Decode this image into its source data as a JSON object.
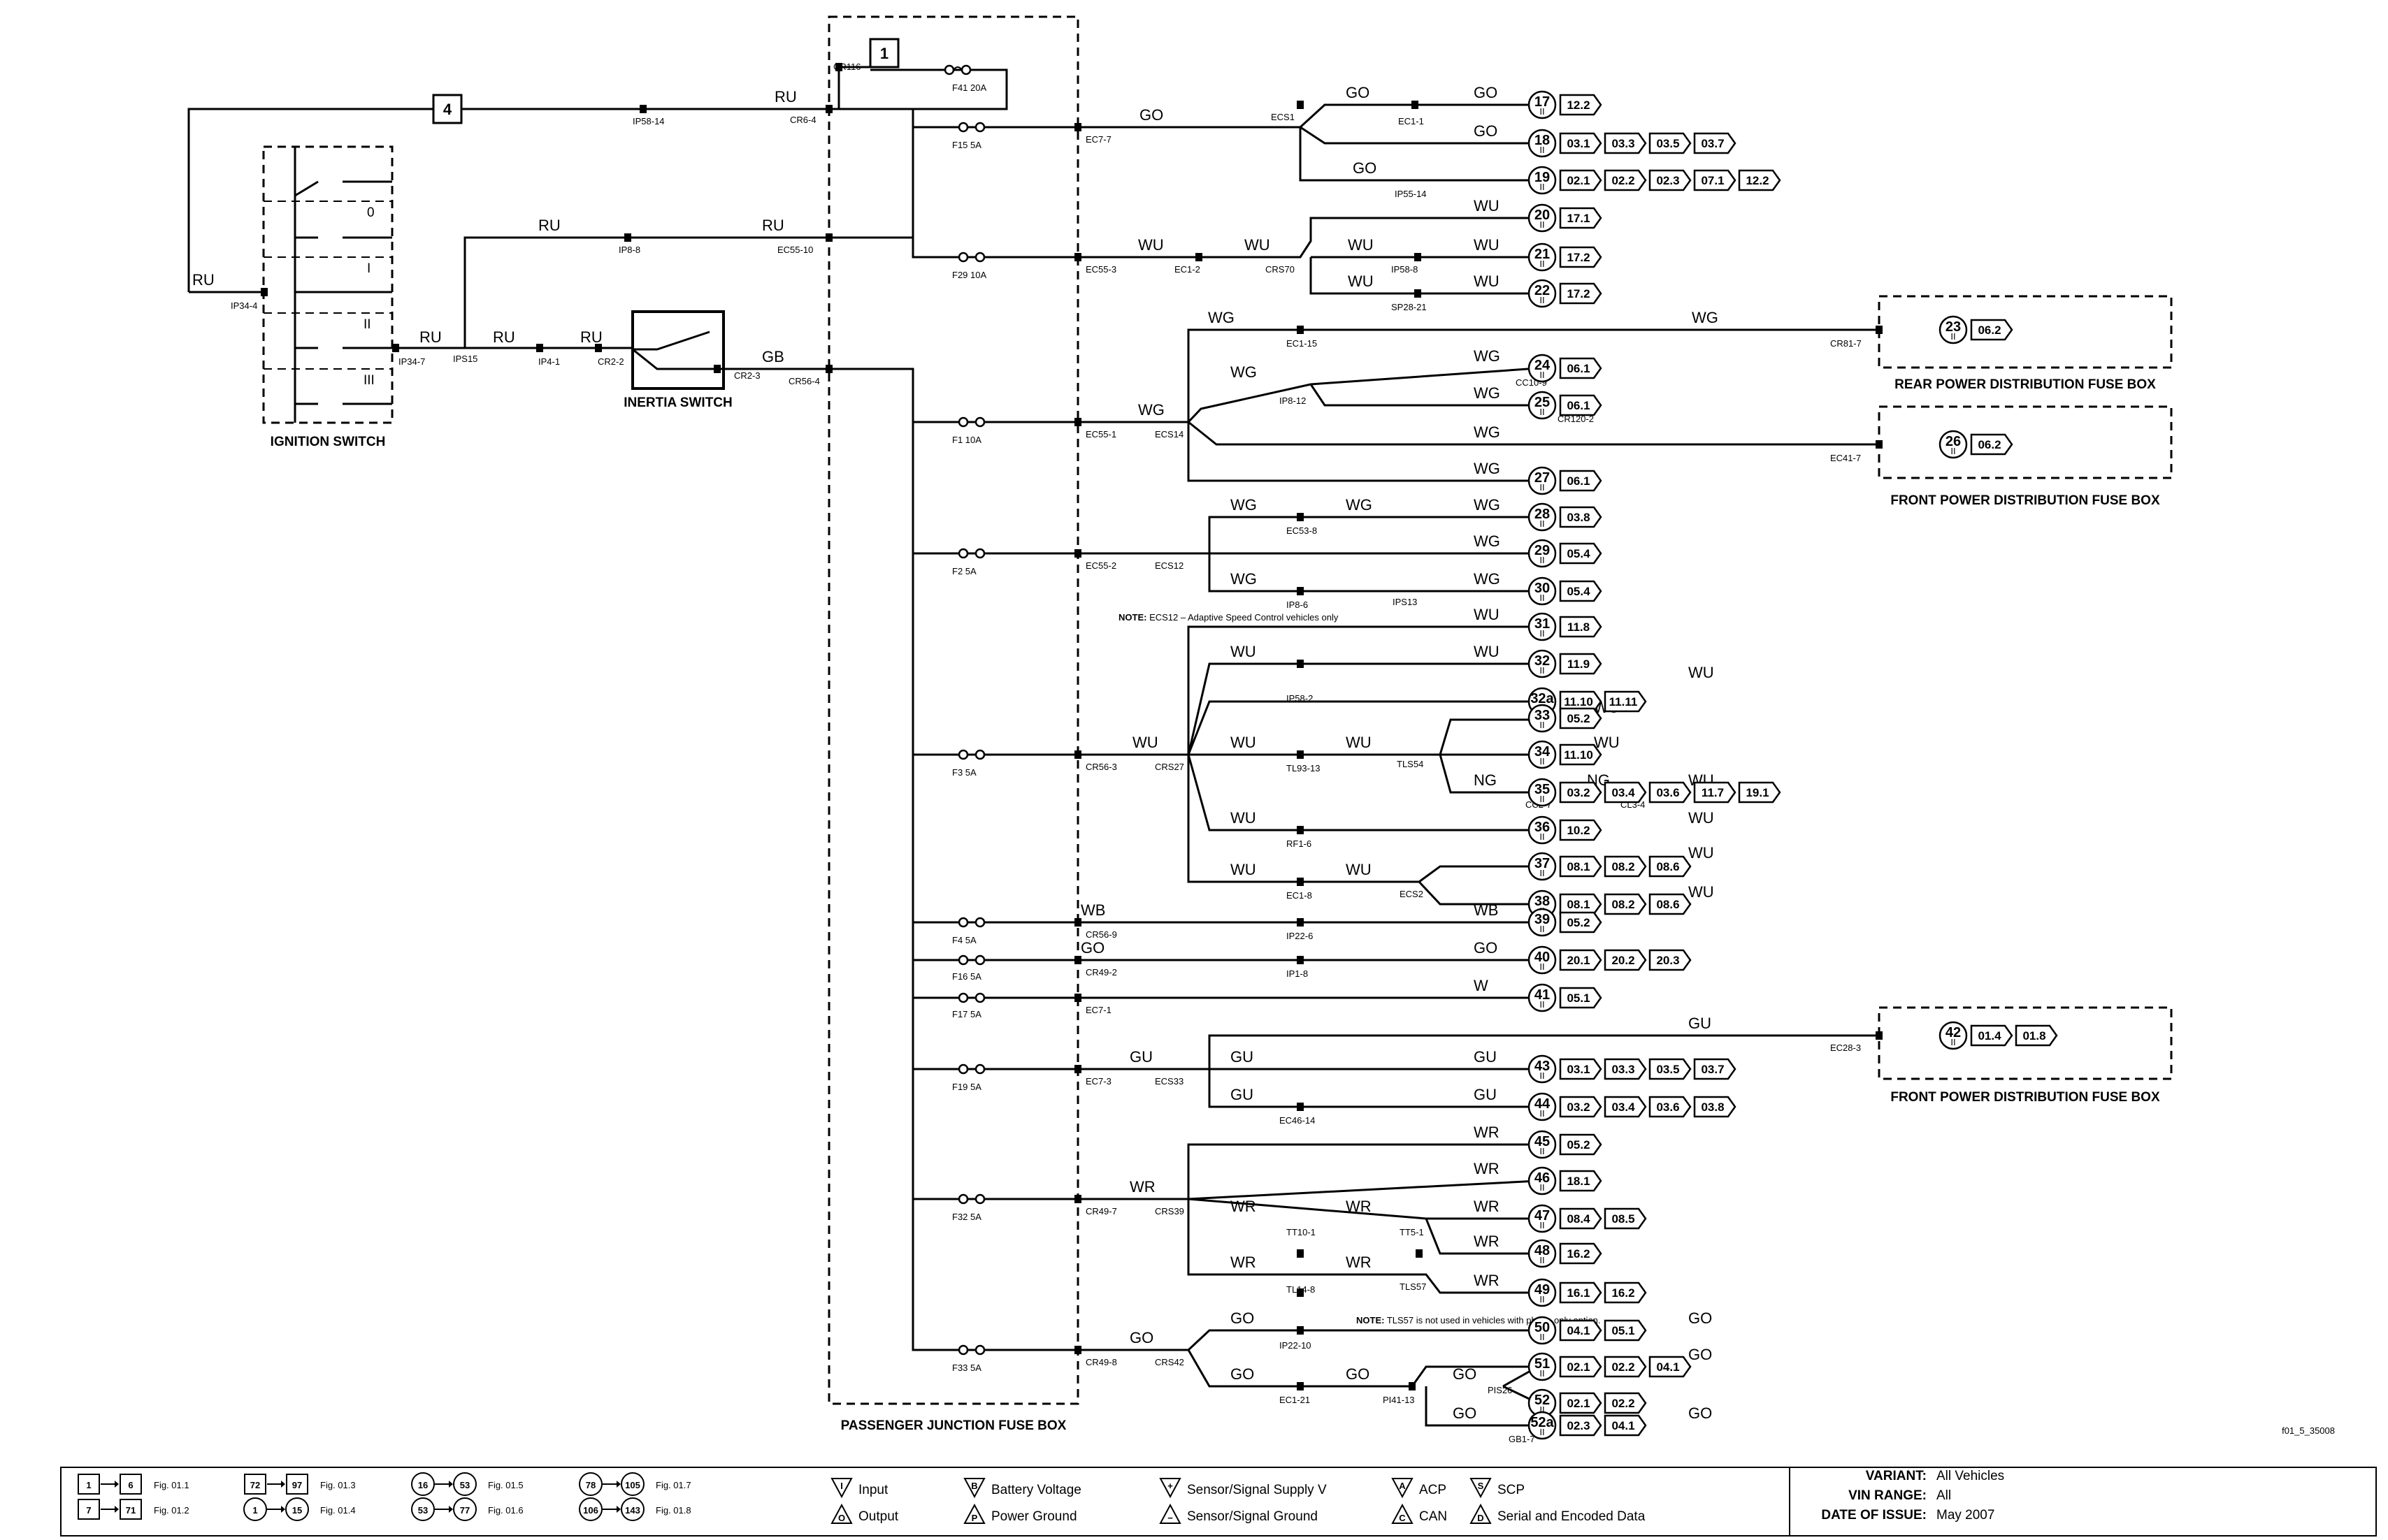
{
  "ignition_switch": {
    "label": "IGNITION SWITCH",
    "positions": [
      "0",
      "I",
      "II",
      "III"
    ]
  },
  "inertia_switch": {
    "label": "INERTIA SWITCH"
  },
  "junction_box": {
    "label": "PASSENGER JUNCTION FUSE BOX"
  },
  "rear_box": {
    "label": "REAR POWER DISTRIBUTION FUSE BOX"
  },
  "front_box_1": {
    "label": "FRONT POWER DISTRIBUTION FUSE BOX"
  },
  "front_box_2": {
    "label": "FRONT POWER DISTRIBUTION FUSE BOX"
  },
  "note_ecs12": {
    "prefix": "NOTE:",
    "text": " ECS12 – Adaptive Speed Control vehicles only"
  },
  "note_tls57": {
    "prefix": "NOTE:",
    "text": " TLS57 is not used in vehicles with phone only option."
  },
  "figure_id": "f01_5_35008",
  "box4": "4",
  "box1": "1",
  "fuses": [
    "F41 20A",
    "F15 5A",
    "F29 10A",
    "F1 10A",
    "F2 5A",
    "F3 5A",
    "F4 5A",
    "F16 5A",
    "F17 5A",
    "F19 5A",
    "F32 5A",
    "F33 5A"
  ],
  "connectors": [
    "IP34-4",
    "IP34-7",
    "IPS15",
    "IP4-1",
    "CR2-2",
    "CR2-3",
    "IP58-14",
    "IP8-8",
    "CR6-4",
    "EC55-10",
    "CR56-4",
    "CR116",
    "EC7-7",
    "ECS1",
    "EC1-1",
    "IP55-14",
    "EC55-3",
    "EC1-2",
    "CRS70",
    "IP58-8",
    "SP28-21",
    "EC1-15",
    "IP8-12",
    "CC10-9",
    "CR120-2",
    "EC55-1",
    "ECS14",
    "CR81-7",
    "EC41-7",
    "EC53-8",
    "EC55-2",
    "ECS12",
    "IP8-6",
    "IPS13",
    "CR56-3",
    "CRS27",
    "IP58-2",
    "TL93-13",
    "TLS54",
    "CC2-7",
    "CL3-4",
    "RF1-6",
    "EC1-8",
    "ECS2",
    "CR56-9",
    "IP22-6",
    "CR49-2",
    "IP1-8",
    "EC7-1",
    "EC7-3",
    "ECS33",
    "EC46-14",
    "EC28-3",
    "CR49-7",
    "CRS39",
    "TT10-1",
    "TT5-1",
    "TL14-8",
    "TLS57",
    "CR49-8",
    "CRS42",
    "IP22-10",
    "EC1-21",
    "PI41-13",
    "PIS26",
    "GB1-7"
  ],
  "wire_colors": [
    "RU",
    "GB",
    "GO",
    "WU",
    "WG",
    "WB",
    "W",
    "GU",
    "WR",
    "NG"
  ],
  "pins": [
    {
      "num": "17",
      "sub": "II",
      "refs": [
        "12.2"
      ]
    },
    {
      "num": "18",
      "sub": "II",
      "refs": [
        "03.1",
        "03.3",
        "03.5",
        "03.7"
      ]
    },
    {
      "num": "19",
      "sub": "II",
      "refs": [
        "02.1",
        "02.2",
        "02.3",
        "07.1",
        "12.2"
      ]
    },
    {
      "num": "20",
      "sub": "II",
      "refs": [
        "17.1"
      ]
    },
    {
      "num": "21",
      "sub": "II",
      "refs": [
        "17.2"
      ]
    },
    {
      "num": "22",
      "sub": "II",
      "refs": [
        "17.2"
      ]
    },
    {
      "num": "23",
      "sub": "II",
      "refs": [
        "06.2"
      ]
    },
    {
      "num": "24",
      "sub": "II",
      "refs": [
        "06.1"
      ]
    },
    {
      "num": "25",
      "sub": "II",
      "refs": [
        "06.1"
      ]
    },
    {
      "num": "26",
      "sub": "II",
      "refs": [
        "06.2"
      ]
    },
    {
      "num": "27",
      "sub": "II",
      "refs": [
        "06.1"
      ]
    },
    {
      "num": "28",
      "sub": "II",
      "refs": [
        "03.8"
      ]
    },
    {
      "num": "29",
      "sub": "II",
      "refs": [
        "05.4"
      ]
    },
    {
      "num": "30",
      "sub": "II",
      "refs": [
        "05.4"
      ]
    },
    {
      "num": "31",
      "sub": "II",
      "refs": [
        "11.8"
      ]
    },
    {
      "num": "32",
      "sub": "II",
      "refs": [
        "11.9"
      ]
    },
    {
      "num": "32a",
      "sub": "II",
      "refs": [
        "11.10",
        "11.11"
      ]
    },
    {
      "num": "33",
      "sub": "II",
      "refs": [
        "05.2"
      ]
    },
    {
      "num": "34",
      "sub": "II",
      "refs": [
        "11.10"
      ]
    },
    {
      "num": "35",
      "sub": "II",
      "refs": [
        "03.2",
        "03.4",
        "03.6",
        "11.7",
        "19.1"
      ]
    },
    {
      "num": "36",
      "sub": "II",
      "refs": [
        "10.2"
      ]
    },
    {
      "num": "37",
      "sub": "II",
      "refs": [
        "08.1",
        "08.2",
        "08.6"
      ]
    },
    {
      "num": "38",
      "sub": "II",
      "refs": [
        "08.1",
        "08.2",
        "08.6"
      ]
    },
    {
      "num": "39",
      "sub": "II",
      "refs": [
        "05.2"
      ]
    },
    {
      "num": "40",
      "sub": "II",
      "refs": [
        "20.1",
        "20.2",
        "20.3"
      ]
    },
    {
      "num": "41",
      "sub": "II",
      "refs": [
        "05.1"
      ]
    },
    {
      "num": "42",
      "sub": "II",
      "refs": [
        "01.4",
        "01.8"
      ]
    },
    {
      "num": "43",
      "sub": "II",
      "refs": [
        "03.1",
        "03.3",
        "03.5",
        "03.7"
      ]
    },
    {
      "num": "44",
      "sub": "II",
      "refs": [
        "03.2",
        "03.4",
        "03.6",
        "03.8"
      ]
    },
    {
      "num": "45",
      "sub": "II",
      "refs": [
        "05.2"
      ]
    },
    {
      "num": "46",
      "sub": "II",
      "refs": [
        "18.1"
      ]
    },
    {
      "num": "47",
      "sub": "II",
      "refs": [
        "08.4",
        "08.5"
      ]
    },
    {
      "num": "48",
      "sub": "II",
      "refs": [
        "16.2"
      ]
    },
    {
      "num": "49",
      "sub": "II",
      "refs": [
        "16.1",
        "16.2"
      ]
    },
    {
      "num": "50",
      "sub": "II",
      "refs": [
        "04.1",
        "05.1"
      ]
    },
    {
      "num": "51",
      "sub": "II",
      "refs": [
        "02.1",
        "02.2",
        "04.1"
      ]
    },
    {
      "num": "52",
      "sub": "II",
      "refs": [
        "02.1",
        "02.2"
      ]
    },
    {
      "num": "52a",
      "sub": "II",
      "refs": [
        "02.3",
        "04.1"
      ]
    }
  ],
  "legend": {
    "figs": [
      {
        "a": "1",
        "b": "6",
        "fig": "Fig. 01.1"
      },
      {
        "a": "7",
        "b": "71",
        "fig": "Fig. 01.2"
      },
      {
        "a": "72",
        "b": "97",
        "fig": "Fig. 01.3"
      },
      {
        "a": "1",
        "b": "15",
        "fig": "Fig. 01.4"
      },
      {
        "a": "16",
        "b": "53",
        "fig": "Fig. 01.5"
      },
      {
        "a": "53",
        "b": "77",
        "fig": "Fig. 01.6"
      },
      {
        "a": "78",
        "b": "105",
        "fig": "Fig. 01.7"
      },
      {
        "a": "106",
        "b": "143",
        "fig": "Fig. 01.8"
      }
    ],
    "symbols": [
      {
        "sym": "I",
        "text": "Input"
      },
      {
        "sym": "O",
        "text": "Output"
      },
      {
        "sym": "B",
        "text": "Battery Voltage"
      },
      {
        "sym": "P",
        "text": "Power Ground"
      },
      {
        "sym": "+",
        "text": "Sensor/Signal Supply V"
      },
      {
        "sym": "−",
        "text": "Sensor/Signal Ground"
      },
      {
        "sym": "A",
        "text": "ACP"
      },
      {
        "sym": "C",
        "text": "CAN"
      },
      {
        "sym": "S",
        "text": "SCP"
      },
      {
        "sym": "D",
        "text": "Serial and Encoded Data"
      }
    ],
    "info": [
      {
        "label": "VARIANT:",
        "value": "All Vehicles"
      },
      {
        "label": "VIN RANGE:",
        "value": "All"
      },
      {
        "label": "DATE OF ISSUE:",
        "value": "May 2007"
      }
    ]
  }
}
